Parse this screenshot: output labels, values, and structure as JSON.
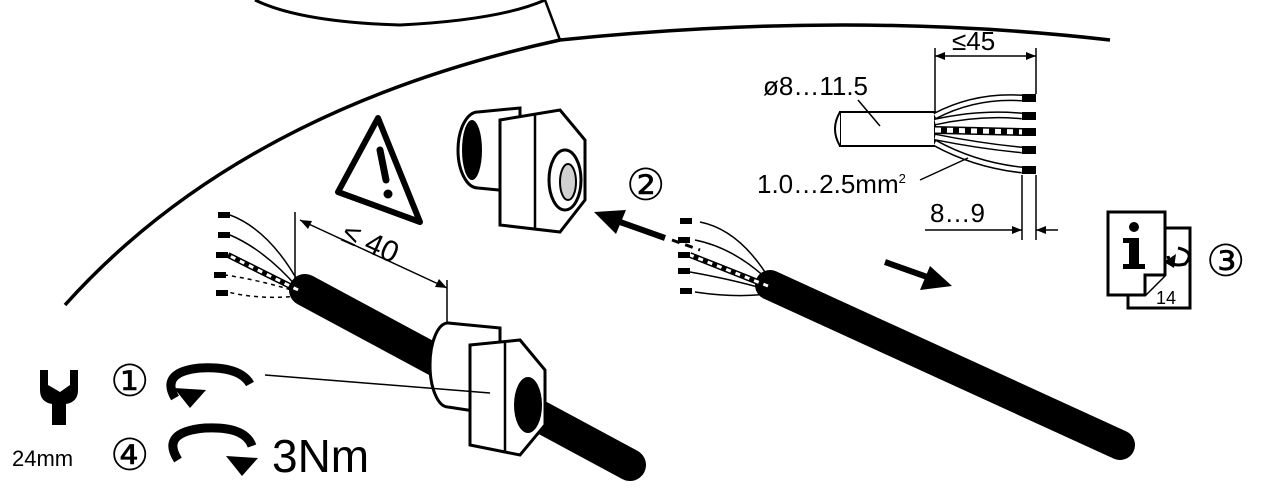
{
  "labels": {
    "cable_diameter": "ø8…11.5",
    "strip_length_max": "≤45",
    "wire_cross_section": "1.0…2.5mm",
    "wire_cross_section_sup": "2",
    "ferrule_length": "8…9",
    "sheath_strip_max": "≤ 40",
    "wrench_size": "24mm",
    "torque": "3Nm",
    "info_page": "14"
  },
  "steps": {
    "step1": "①",
    "step2": "②",
    "step3": "③",
    "step4": "④"
  },
  "icons": {
    "warning": "warning-triangle-icon",
    "wrench": "wrench-icon",
    "info": "info-page-icon",
    "rotate": "rotate-arrow-icon"
  },
  "colors": {
    "ink": "#000000",
    "paper": "#ffffff",
    "shade": "#d0d0d0"
  }
}
